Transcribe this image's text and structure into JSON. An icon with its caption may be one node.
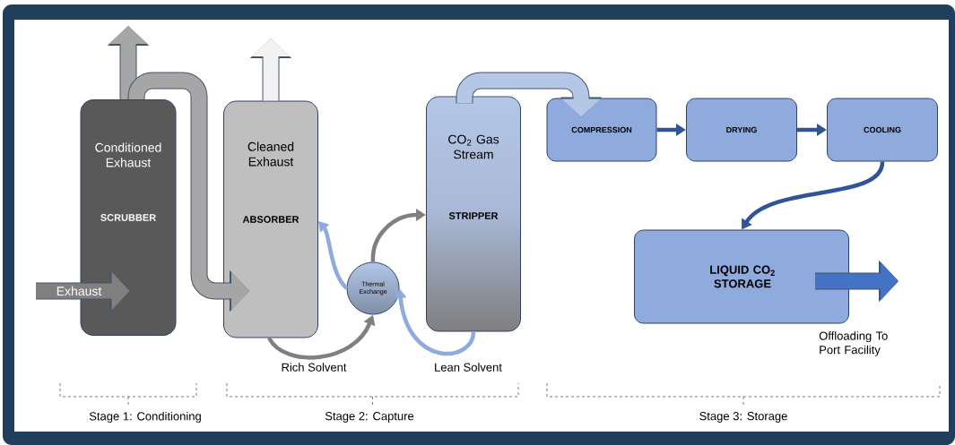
{
  "diagram": {
    "nodes": [
      {
        "text": [
          "Conditioned Exhaust",
          "SCRUBBER"
        ]
      },
      {
        "text": [
          "Cleaned Exhaust",
          "ABSORBER"
        ]
      },
      {
        "text": [
          "Thermal Exchange"
        ]
      },
      {
        "text": [
          "CO$_{2}$ Gas Stream",
          "STRIPPER"
        ]
      },
      {
        "text": [
          "COMPRESSION"
        ]
      },
      {
        "text": [
          "DRYING"
        ]
      },
      {
        "text": [
          "COOLING"
        ]
      },
      {
        "text": [
          "LIQUID CO$_{2}$ STORAGE"
        ]
      }
    ],
    "edges": [
      {
        "from": null,
        "to": 0,
        "arrow": "to",
        "label": "Exhaust",
        "style": "thick",
        "color": "#808080"
      },
      {
        "from": 0,
        "to": null,
        "arrow": "to",
        "style": "thick",
        "color": "#a6a6a6"
      },
      {
        "from": 0,
        "to": 1,
        "arrow": "to",
        "style": "thick",
        "color": "#a6a6a6"
      },
      {
        "from": 1,
        "to": null,
        "arrow": "to",
        "style": "thick",
        "color": "#f2f2f2"
      },
      {
        "from": 1,
        "to": 2,
        "arrow": "to",
        "label": "Rich Solvent",
        "color": "#808080"
      },
      {
        "from": 2,
        "to": 3,
        "arrow": "to",
        "color": "#808080"
      },
      {
        "from": 3,
        "to": 2,
        "arrow": "to",
        "label": "Lean Solvent",
        "color": "#8faadc"
      },
      {
        "from": 2,
        "to": 1,
        "arrow": "to",
        "color": "#8faadc"
      },
      {
        "from": 3,
        "to": 4,
        "arrow": "to",
        "style": "thick",
        "color": "#b4c7e7"
      },
      {
        "from": 4,
        "to": 5,
        "arrow": "to"
      },
      {
        "from": 5,
        "to": 6,
        "arrow": "to"
      },
      {
        "from": 6,
        "to": 7,
        "arrow": "to"
      },
      {
        "from": 7,
        "to": null,
        "arrow": "to",
        "style": "thick",
        "color": "#4472c4"
      }
    ],
    "labels": [
      "Offloading To Port Facility",
      "Stage 1: Conditioning",
      "Stage 2: Capture",
      "Stage 3: Storage"
    ]
  }
}
